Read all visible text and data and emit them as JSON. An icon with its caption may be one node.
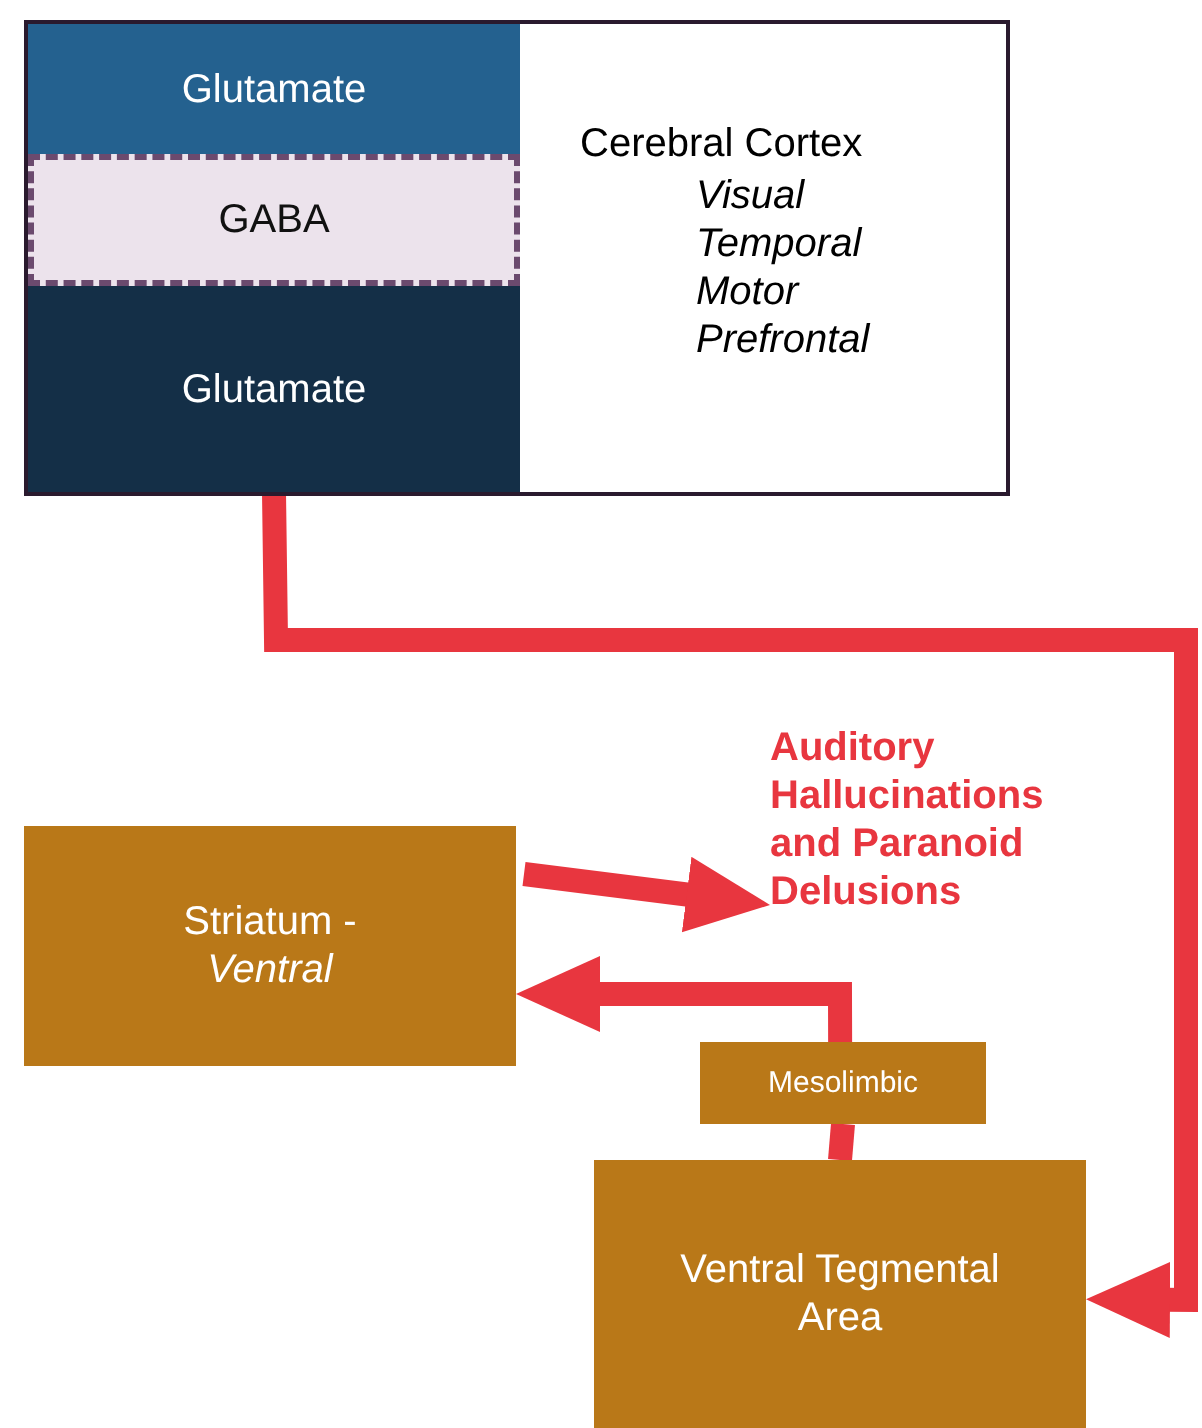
{
  "diagram": {
    "nodes": [
      {
        "text": [
          "Cerebral Cortex",
          "Visual",
          "Temporal",
          "Motor",
          "Prefrontal"
        ]
      },
      {
        "text": [
          "Glutamate"
        ],
        "in": 0
      },
      {
        "text": [
          "GABA"
        ],
        "in": 0
      },
      {
        "text": [
          "Glutamate"
        ],
        "in": 0
      },
      {
        "text": [
          "Striatum - *Ventral*"
        ]
      },
      {
        "text": [
          "Auditory Hallucinations and Paranoid Delusions"
        ]
      },
      {
        "text": [
          "Mesolimbic"
        ]
      },
      {
        "text": [
          "Ventral Tegmental Area"
        ]
      }
    ],
    "edges": [
      {
        "from": 3,
        "to": 7,
        "arrow": "to"
      },
      {
        "from": 4,
        "to": 5,
        "arrow": "to"
      },
      {
        "from": 6,
        "to": 4,
        "arrow": "to"
      },
      {
        "from": 7,
        "to": 6,
        "arrow": "none"
      }
    ]
  }
}
